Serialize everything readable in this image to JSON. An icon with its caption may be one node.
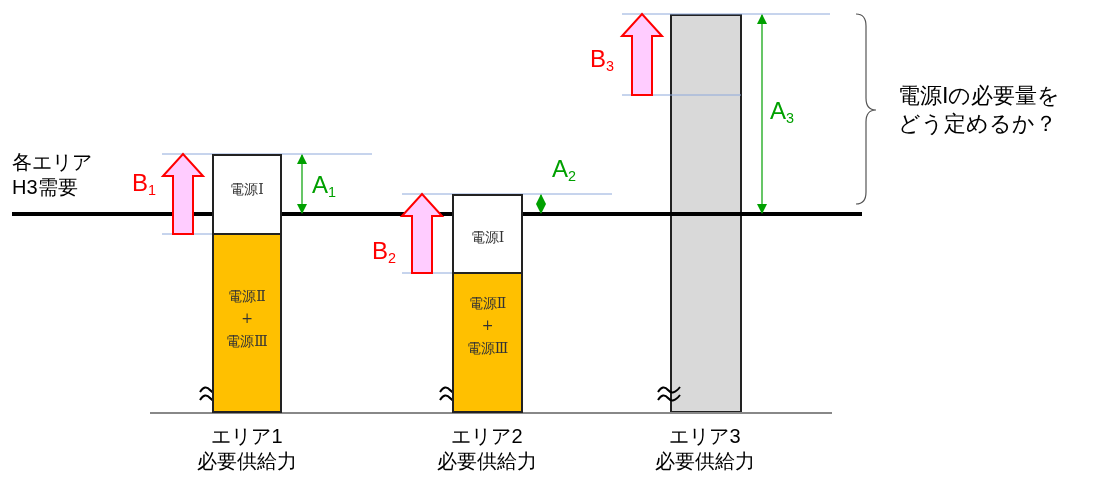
{
  "diagram": {
    "nodes": [
      {
        "text": [
          "電源Ⅰ"
        ]
      },
      {
        "text": [
          "電源Ⅱ + 電源Ⅲ"
        ]
      },
      {
        "text": [
          "電源Ⅰ"
        ]
      },
      {
        "text": [
          "電源Ⅱ + 電源Ⅲ"
        ]
      },
      {
        "text": [],
        "shape": "bar"
      }
    ],
    "labels": [
      "B$_{3}$",
      "A$_{3}$",
      "電源Ⅰの必要量をどう定めるか？",
      "各エリア H3需要",
      "B$_{1}$",
      "A$_{1}$",
      "A$_{2}$",
      "B$_{2}$",
      "エリア1 必要供給力",
      "エリア2 必要供給力",
      "エリア3 必要供給力"
    ]
  }
}
